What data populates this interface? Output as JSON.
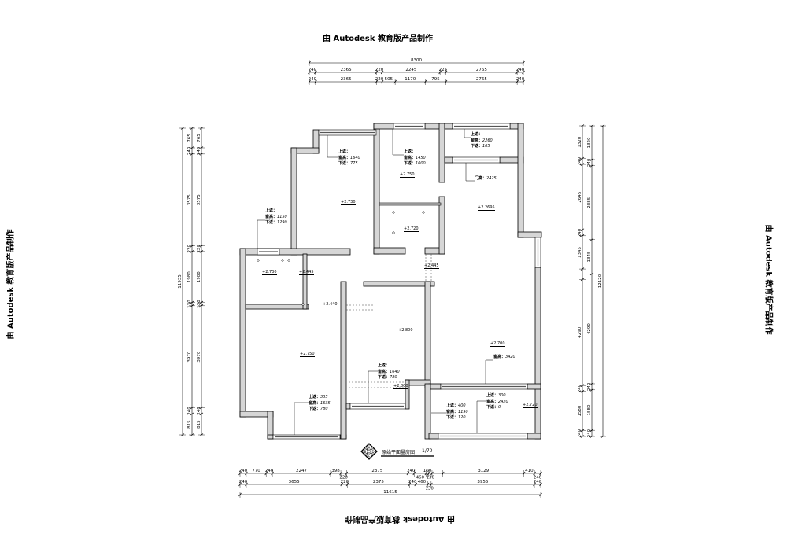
{
  "watermark": "由 Autodesk 教育版产品制作",
  "plan_title": "原始平面量房图",
  "scale": "1/70",
  "compass_letters": [
    "A",
    "B",
    "C",
    "D"
  ],
  "dimensions": {
    "top": [
      {
        "total": true,
        "segments": [
          "8300"
        ]
      },
      {
        "segments": [
          "240",
          "2365",
          "220",
          "2245",
          "225",
          "2765",
          "240"
        ]
      },
      {
        "segments": [
          "240",
          "2365",
          "220",
          "505",
          "1170",
          "795",
          "2765",
          "240"
        ]
      }
    ],
    "bottom": [
      {
        "segments": [
          "240",
          "770",
          "240",
          "2247",
          "398",
          "220",
          "2375",
          "240",
          "460",
          "100",
          "130",
          "",
          "3129",
          "410",
          "240"
        ]
      },
      {
        "segments": [
          "240",
          "3655",
          "220",
          "2375",
          "240",
          "460",
          "130",
          "3955",
          "240"
        ]
      },
      {
        "total": true,
        "segments": [
          "11615"
        ]
      }
    ],
    "left": [
      {
        "total": true,
        "segments": [
          "11935"
        ]
      },
      {
        "segments": [
          "765",
          "240",
          "3575",
          "220",
          "1980",
          "130",
          "3970",
          "240",
          "815"
        ]
      },
      {
        "segments": [
          "765",
          "240",
          "3575",
          "220",
          "1980",
          "130",
          "3970",
          "240",
          "815"
        ]
      }
    ],
    "right": [
      {
        "segments": [
          "1320",
          "240",
          "2645",
          "240",
          "1345",
          "",
          "4290",
          "240",
          "1580",
          "240"
        ]
      },
      {
        "segments": [
          "1320",
          "240",
          "2885",
          "1345",
          "4290",
          "240",
          "1580",
          "240"
        ]
      },
      {
        "total": true,
        "segments": [
          "12120"
        ]
      }
    ]
  },
  "labels": {
    "up": "上返：",
    "win": "窗高：",
    "down": "下返：",
    "door": "门高："
  },
  "annotations": [
    {
      "up": "",
      "win": "1640",
      "down": "775"
    },
    {
      "up": "",
      "win": "1450",
      "down": "1000"
    },
    {
      "up": "",
      "win": "2260",
      "down": "185"
    },
    {
      "up": "",
      "win": "1150",
      "down": "1290"
    },
    {
      "up": "",
      "win": "1640",
      "down": "780"
    },
    {
      "up": "335",
      "win": "1635",
      "down": "780"
    },
    {
      "up": "300",
      "win": "2420",
      "down": "0"
    },
    {
      "up": "400",
      "win": "1190",
      "down": "120"
    }
  ],
  "door_height": "2425",
  "living_window_height": "3420",
  "elevations": [
    "+2.730",
    "+2.750",
    "+2.2695",
    "+2.720",
    "+2.445",
    "+2.730",
    "+2.445",
    "+2.440",
    "+2.800",
    "+2.750",
    "+2.700",
    "+2.800",
    "+2.720"
  ]
}
